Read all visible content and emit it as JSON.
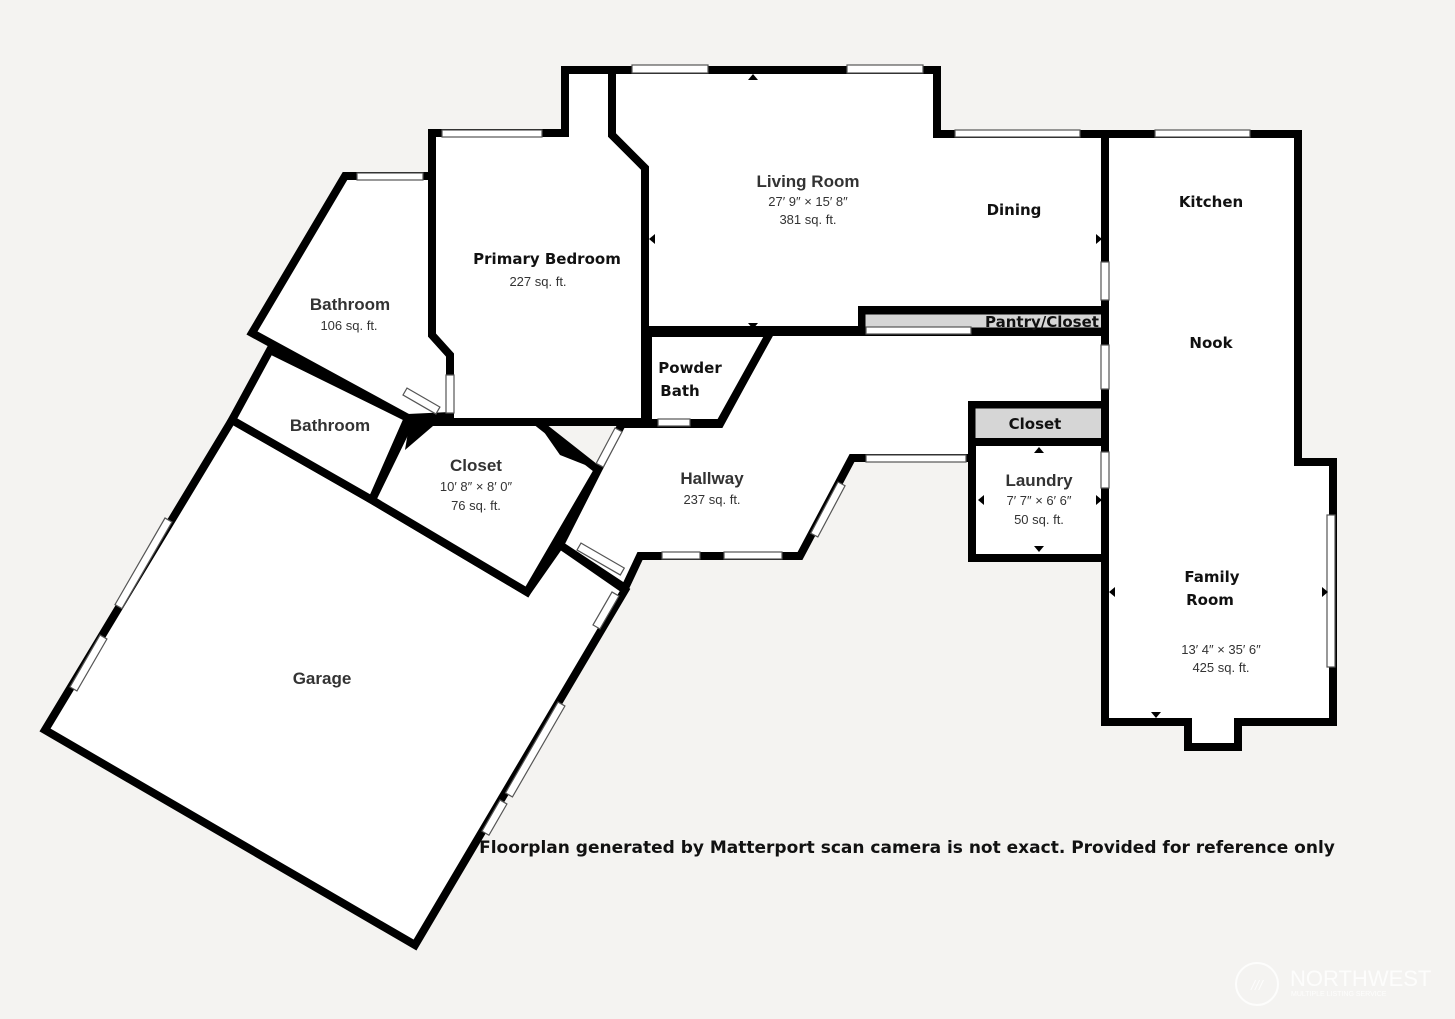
{
  "rooms": {
    "living": {
      "name": "Living Room",
      "dims": "27′ 9″ × 15′ 8″",
      "area": "381 sq. ft."
    },
    "dining": {
      "name": "Dining"
    },
    "kitchen": {
      "name": "Kitchen"
    },
    "nook": {
      "name": "Nook"
    },
    "family": {
      "name_line1": "Family",
      "name_line2": "Room",
      "dims": "13′ 4″ × 35′ 6″",
      "area": "425 sq. ft."
    },
    "primary_bedroom": {
      "name": "Primary Bedroom",
      "area": "227 sq. ft."
    },
    "bathroom_upper": {
      "name": "Bathroom",
      "area": "106 sq. ft."
    },
    "bathroom_lower": {
      "name": "Bathroom"
    },
    "closet_center": {
      "name": "Closet",
      "dims": "10′ 8″ × 8′ 0″",
      "area": "76 sq. ft."
    },
    "powder_bath": {
      "name_line1": "Powder",
      "name_line2": "Bath"
    },
    "hallway": {
      "name": "Hallway",
      "area": "237 sq. ft."
    },
    "pantry": {
      "name": "Pantry/Closet"
    },
    "closet_right": {
      "name": "Closet"
    },
    "laundry": {
      "name": "Laundry",
      "dims": "7′ 7″ × 6′ 6″",
      "area": "50 sq. ft."
    },
    "garage": {
      "name": "Garage"
    }
  },
  "disclaimer": "Floorplan generated by Matterport scan camera is not exact. Provided for reference only",
  "watermark": {
    "line1": "NORTHWEST",
    "line2": "MULTIPLE LISTING SERVICE"
  },
  "colors": {
    "background": "#f4f3f1",
    "wall": "#000000",
    "room": "#ffffff",
    "closet_fill": "#d6d6d6"
  }
}
